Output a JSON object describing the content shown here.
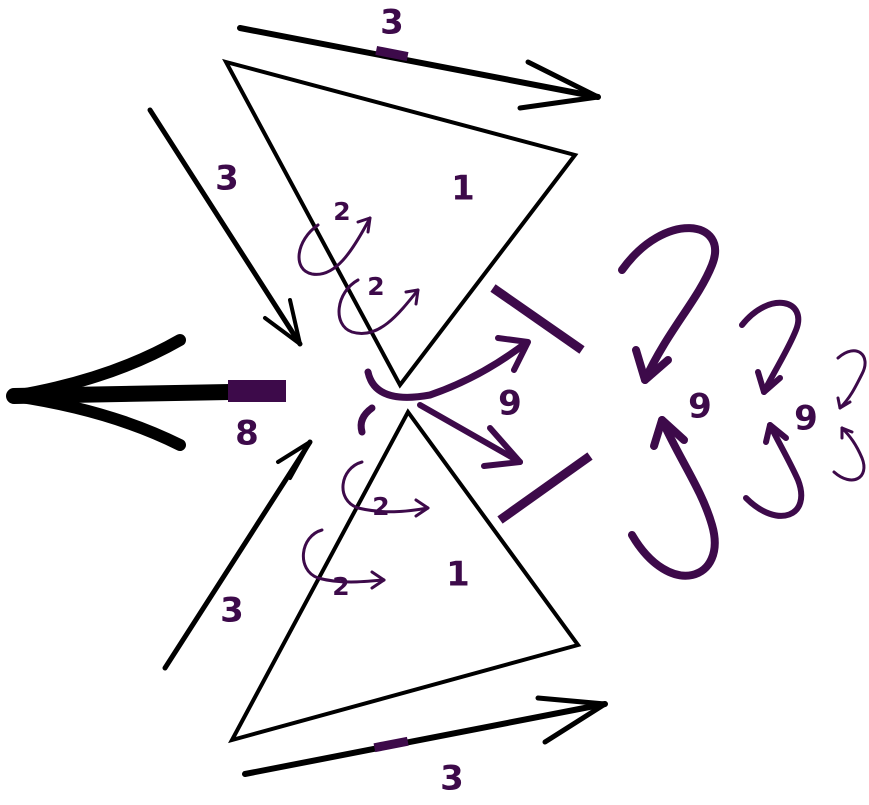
{
  "colors": {
    "outline": "#000000",
    "accent": "#3d0a4a",
    "background": "#ffffff"
  },
  "labels": {
    "top_arrow": "3",
    "upper_left_arrow": "3",
    "lower_left_arrow": "3",
    "bottom_arrow": "3",
    "upper_triangle": "1",
    "lower_triangle": "1",
    "vortex_upper_a": "2",
    "vortex_upper_b": "2",
    "vortex_lower_a": "2",
    "vortex_lower_b": "2",
    "rear_flow": "8",
    "wake_center": "9",
    "wake_middle": "9",
    "wake_far": "9"
  }
}
